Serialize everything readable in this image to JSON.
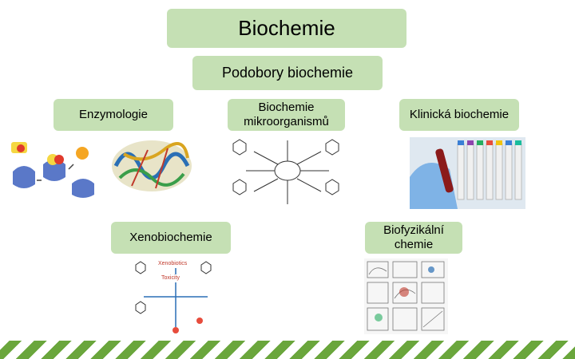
{
  "title": "Biochemie",
  "subtitle": "Podobory biochemie",
  "categories": {
    "enzymologie": "Enzymologie",
    "mikroorganismy": "Biochemie mikroorganismů",
    "klinicka": "Klinická biochemie",
    "xenobiochemie": "Xenobiochemie",
    "biofyzikalni": "Biofyzikální chemie"
  },
  "images": {
    "xeno_labels": [
      "Xenobiotics",
      "Toxicity"
    ]
  },
  "colors": {
    "box": "#c5e0b4",
    "stripe": "#6aa63c"
  }
}
